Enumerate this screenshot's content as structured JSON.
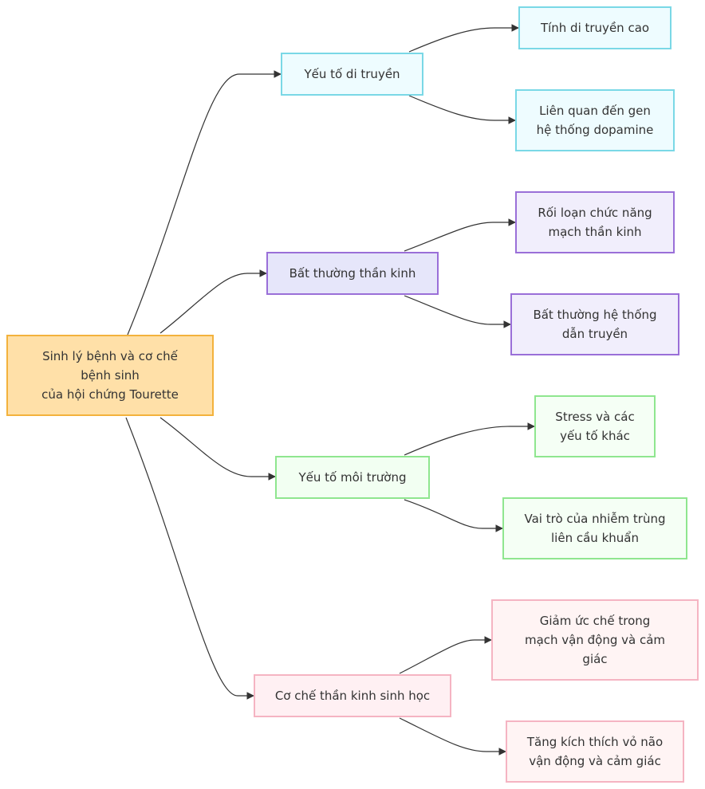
{
  "diagram": {
    "root": {
      "label": "Sinh lý bệnh và cơ chế\nbệnh sinh\ncủa hội chứng Tourette",
      "fill": "#ffe0a8",
      "stroke": "#f3b23c"
    },
    "branches": [
      {
        "label": "Yếu tố di truyền",
        "fill": "#eefcff",
        "stroke": "#7ad8e6",
        "children": [
          {
            "label": "Tính di truyền cao"
          },
          {
            "label": "Liên quan đến gen\nhệ thống dopamine"
          }
        ]
      },
      {
        "label": "Bất thường thần kinh",
        "fill": "#e6e6fa",
        "stroke": "#9a6fd8",
        "child_fill": "#f1eefc",
        "children": [
          {
            "label": "Rối loạn chức năng\nmạch thần kinh"
          },
          {
            "label": "Bất thường hệ thống\ndẫn truyền"
          }
        ]
      },
      {
        "label": "Yếu tố môi trường",
        "fill": "#f2fff2",
        "stroke": "#8fe68f",
        "child_fill": "#f5fff5",
        "children": [
          {
            "label": "Stress và các\nyếu tố khác"
          },
          {
            "label": "Vai trò của nhiễm trùng\nliên cầu khuẩn"
          }
        ]
      },
      {
        "label": "Cơ chế thần kinh sinh học",
        "fill": "#fff0f3",
        "stroke": "#f5b4c2",
        "child_fill": "#fff4f4",
        "children": [
          {
            "label": "Giảm ức chế trong\nmạch vận động và cảm\ngiác"
          },
          {
            "label": "Tăng kích thích vỏ não\nvận động và cảm giác"
          }
        ]
      }
    ],
    "edge_color": "#333333"
  }
}
